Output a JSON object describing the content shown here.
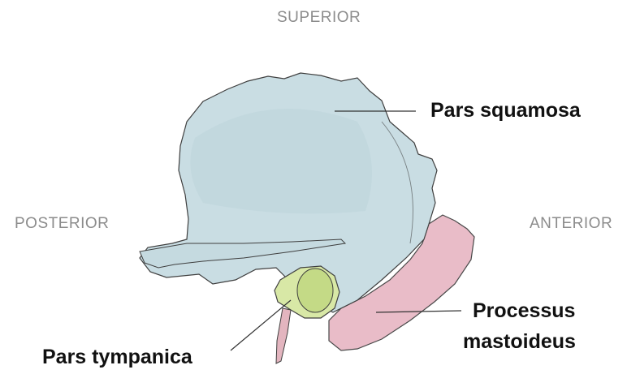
{
  "orientation": {
    "superior": "SUPERIOR",
    "posterior": "POSTERIOR",
    "anterior": "ANTERIOR"
  },
  "labels": {
    "pars_squamosa": "Pars squamosa",
    "processus_line1": "Processus",
    "processus_line2": "mastoideus",
    "pars_tympanica": "Pars tympanica"
  },
  "colors": {
    "squamosa": "#c9dde3",
    "mastoid": "#e8b9c6",
    "tympanic": "#d8e8a6",
    "outline": "#3f3f3f"
  }
}
